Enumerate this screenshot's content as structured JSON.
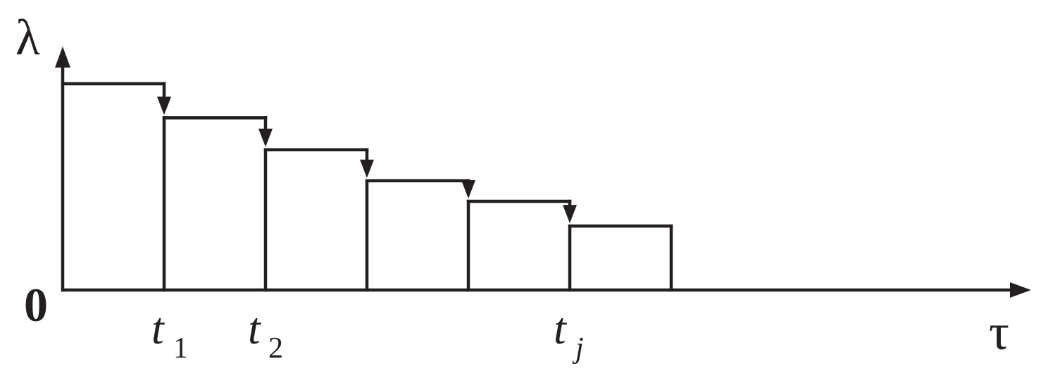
{
  "axes": {
    "y_label": "λ",
    "x_label": "τ",
    "origin_label": "0"
  },
  "ticks": [
    {
      "name": "t-1",
      "base": "t",
      "sub": "1",
      "sub_italic": false
    },
    {
      "name": "t-2",
      "base": "t",
      "sub": "2",
      "sub_italic": false
    },
    {
      "name": "t-j",
      "base": "t",
      "sub": "j",
      "sub_italic": true
    }
  ],
  "steps": {
    "count": 6,
    "levels": [
      1.0,
      0.835,
      0.68,
      0.53,
      0.43,
      0.31
    ],
    "arrows_between_steps": true
  },
  "colors": {
    "ink": "#231f20",
    "background": "#ffffff"
  }
}
